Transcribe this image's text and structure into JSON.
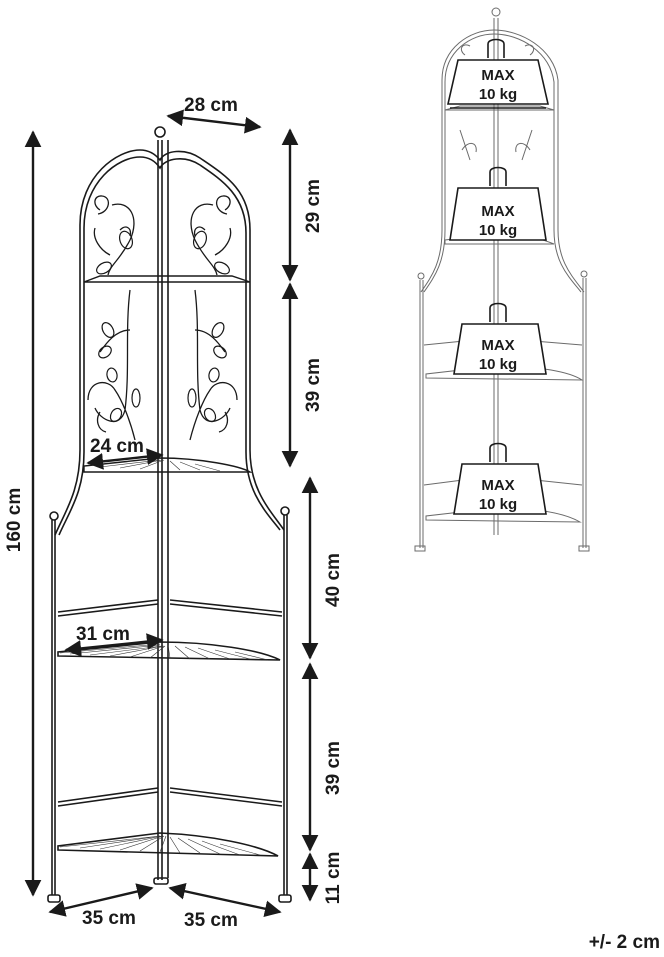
{
  "dimensions": {
    "top_width": "28 cm",
    "total_height": "160 cm",
    "upper_gap": "29 cm",
    "second_gap": "39 cm",
    "upper_shelf_depth": "24 cm",
    "middle_gap": "40 cm",
    "lower_shelf_depth": "31 cm",
    "lower_gap": "39 cm",
    "foot_height": "11 cm",
    "base_left": "35 cm",
    "base_right": "35 cm"
  },
  "load": {
    "max_label": "MAX",
    "weight": "10 kg"
  },
  "tolerance": "+/- 2 cm",
  "colors": {
    "line": "#1a1a1a",
    "thin_line": "#6b6b6b"
  }
}
